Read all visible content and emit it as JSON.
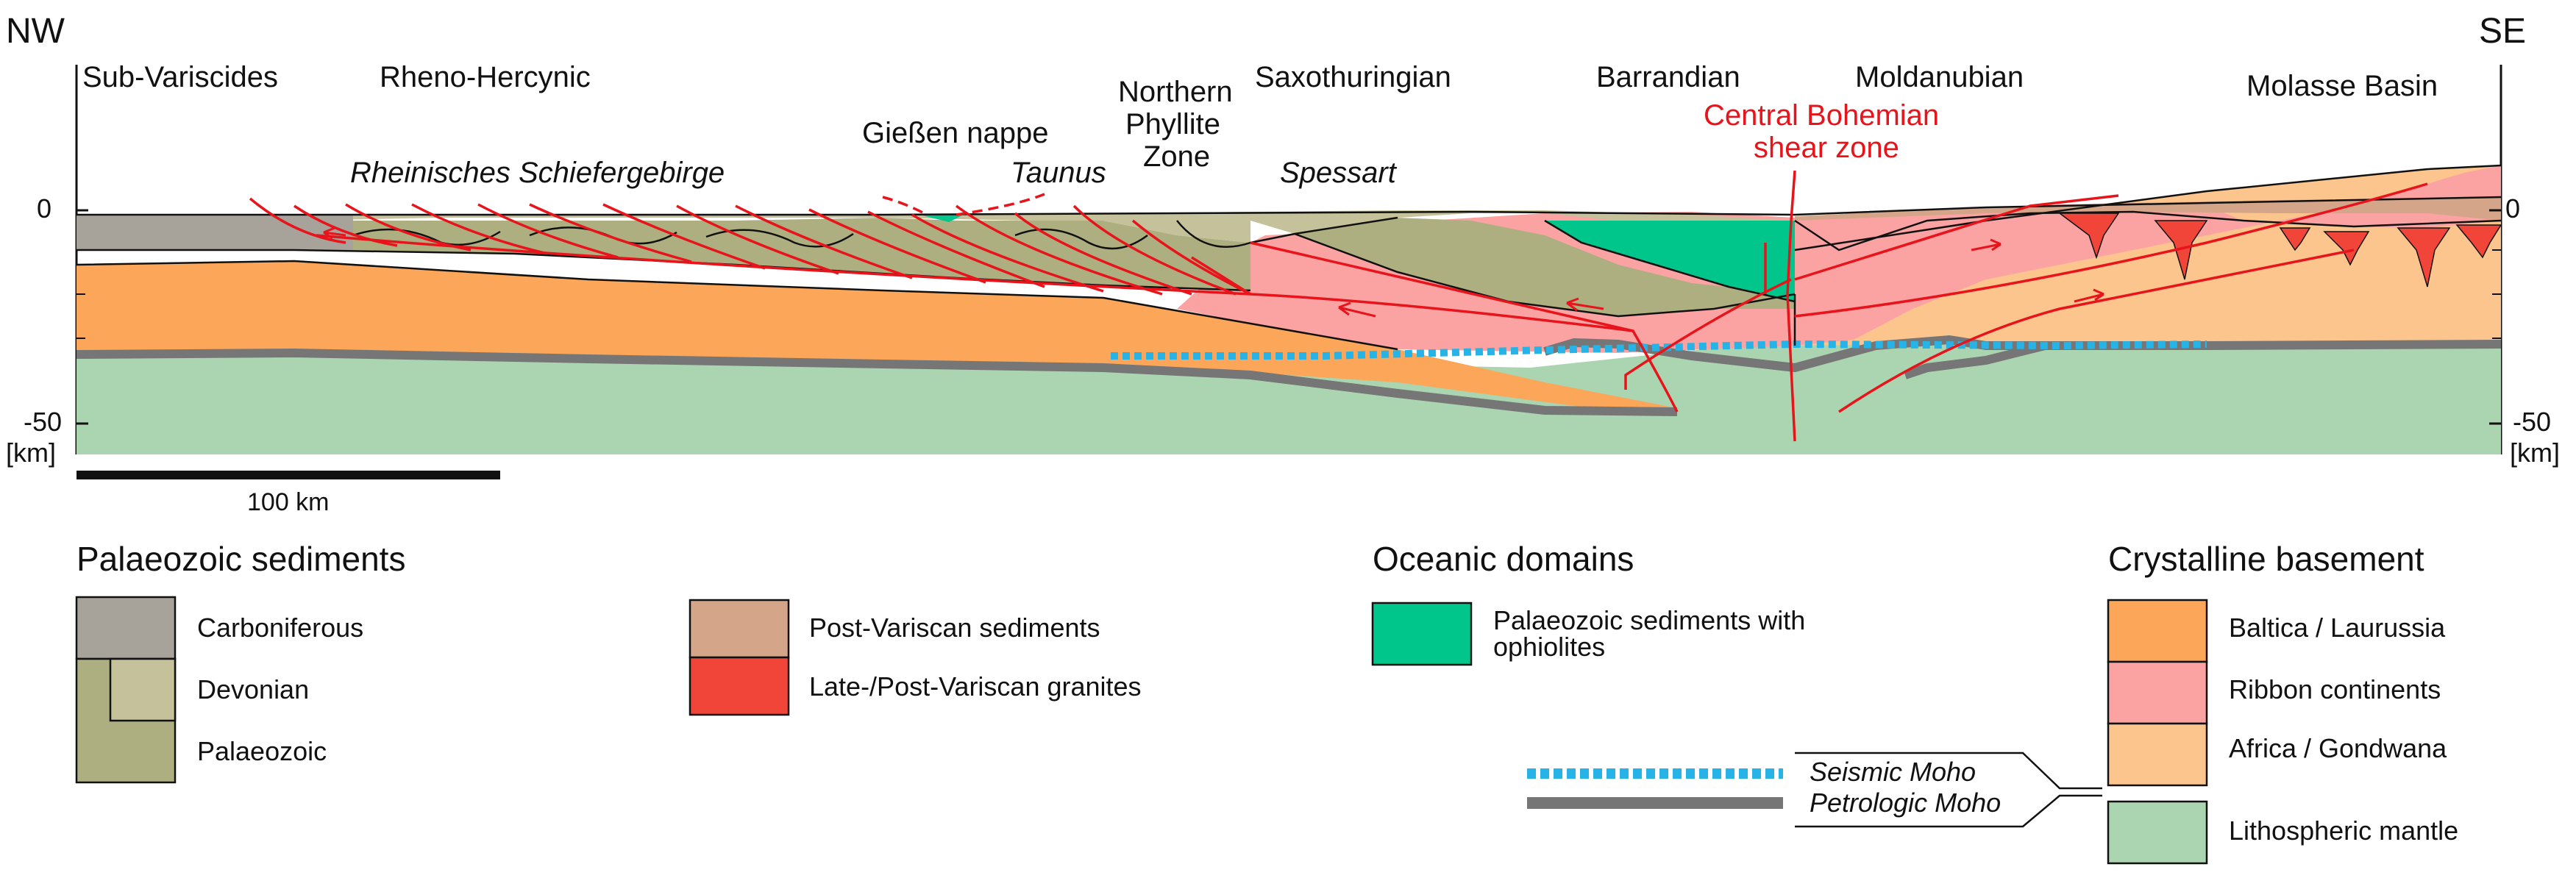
{
  "orientation": {
    "left": "NW",
    "right": "SE"
  },
  "regions": {
    "sub_variscides": "Sub-Variscides",
    "rheno_hercynic": "Rheno-Hercynic",
    "saxothuringian": "Saxothuringian",
    "barrandian": "Barrandian",
    "moldanubian": "Moldanubian",
    "molasse_basin": "Molasse Basin",
    "northern_phyllite": [
      "Northern",
      "Phyllite",
      "Zone"
    ],
    "giessen_nappe": "Gießen nappe",
    "central_bohemian": [
      "Central Bohemian",
      "shear zone"
    ]
  },
  "localities": {
    "rheinisches": "Rheinisches Schiefergebirge",
    "taunus": "Taunus",
    "spessart": "Spessart"
  },
  "depth_axis": {
    "top_value": "0",
    "bottom_value": "-50",
    "unit": "[km]"
  },
  "scale_bar": {
    "label": "100 km"
  },
  "legend": {
    "palaeozoic": {
      "title": "Palaeozoic sediments",
      "items": [
        "Carboniferous",
        "Devonian",
        "Palaeozoic"
      ]
    },
    "post_variscan": {
      "items": [
        "Post-Variscan sediments",
        "Late-/Post-Variscan granites"
      ]
    },
    "oceanic": {
      "title": "Oceanic domains",
      "items": [
        [
          "Palaeozoic sediments with",
          "ophiolites"
        ]
      ]
    },
    "crystalline": {
      "title": "Crystalline  basement",
      "items": [
        "Baltica / Laurussia",
        "Ribbon continents",
        "Africa / Gondwana",
        "Lithospheric mantle"
      ]
    },
    "moho": {
      "items": [
        "Seismic Moho",
        "Petrologic Moho"
      ]
    }
  },
  "colors": {
    "carboniferous": "#a7a39b",
    "devonian": "#c5c29b",
    "palaeozoic": "#aeaf80",
    "post_variscan_sediments": "#d5a589",
    "granites": "#f1453a",
    "ophiolites": "#00c68c",
    "baltica": "#fca65a",
    "ribbon": "#fba2a2",
    "gondwana": "#fcc58d",
    "mantle": "#abd4b1",
    "seismic_moho": "#27b3e6",
    "petrologic_moho": "#767676",
    "fault": "#e8141b"
  }
}
